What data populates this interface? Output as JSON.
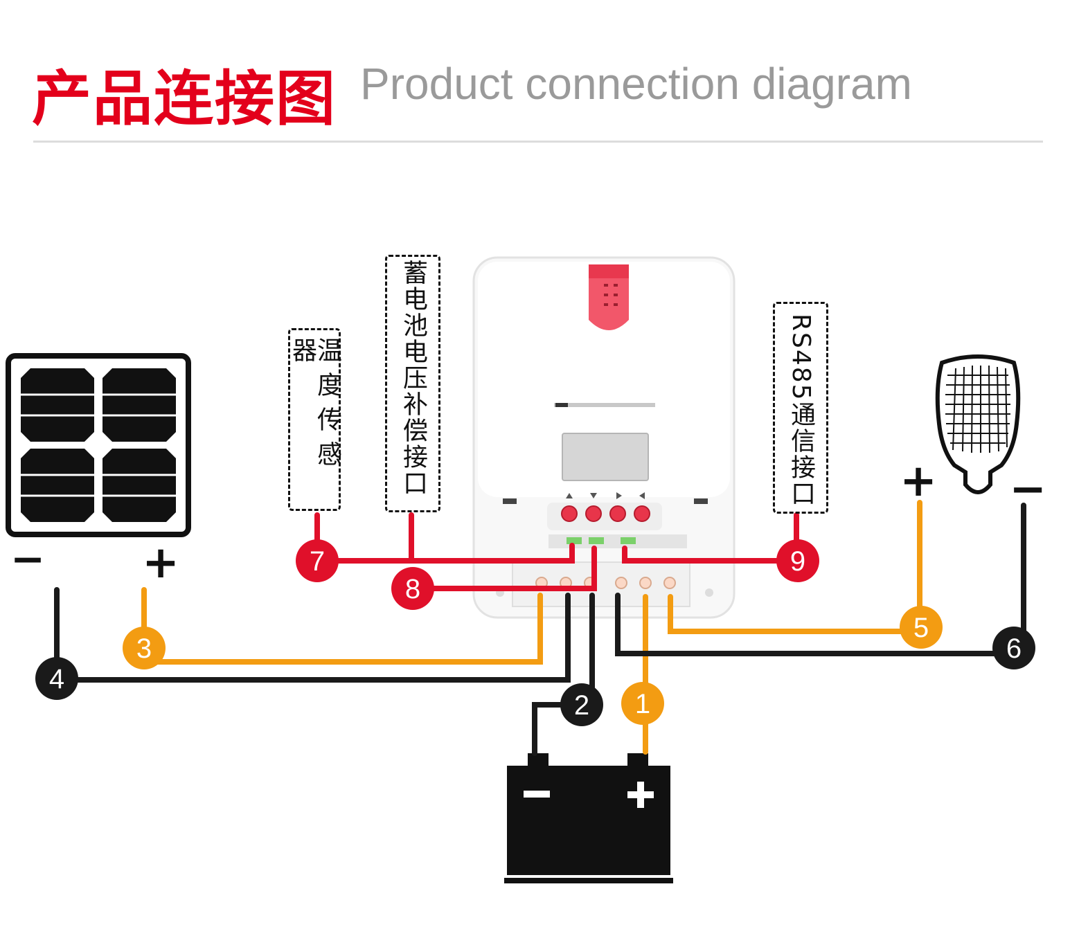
{
  "header": {
    "title_cn": "产品连接图",
    "title_en": "Product connection diagram"
  },
  "labels": {
    "temp_sensor": "温度传感器",
    "voltage_comp": "蓄电池电压补偿接口",
    "rs485": "RS485通信接口"
  },
  "symbols": {
    "minus": "−",
    "plus": "+"
  },
  "markers": {
    "m1": "1",
    "m2": "2",
    "m3": "3",
    "m4": "4",
    "m5": "5",
    "m6": "6",
    "m7": "7",
    "m8": "8",
    "m9": "9"
  },
  "colors": {
    "accent_red": "#e3001b",
    "wire_red": "#e0102a",
    "wire_orange": "#f39c12",
    "wire_black": "#1a1a1a",
    "title_gray": "#9a9a9a"
  },
  "icons": {
    "solar_panel": "solar-panel-icon",
    "battery": "battery-icon",
    "lamp": "lamp-icon",
    "controller": "charge-controller-icon"
  }
}
